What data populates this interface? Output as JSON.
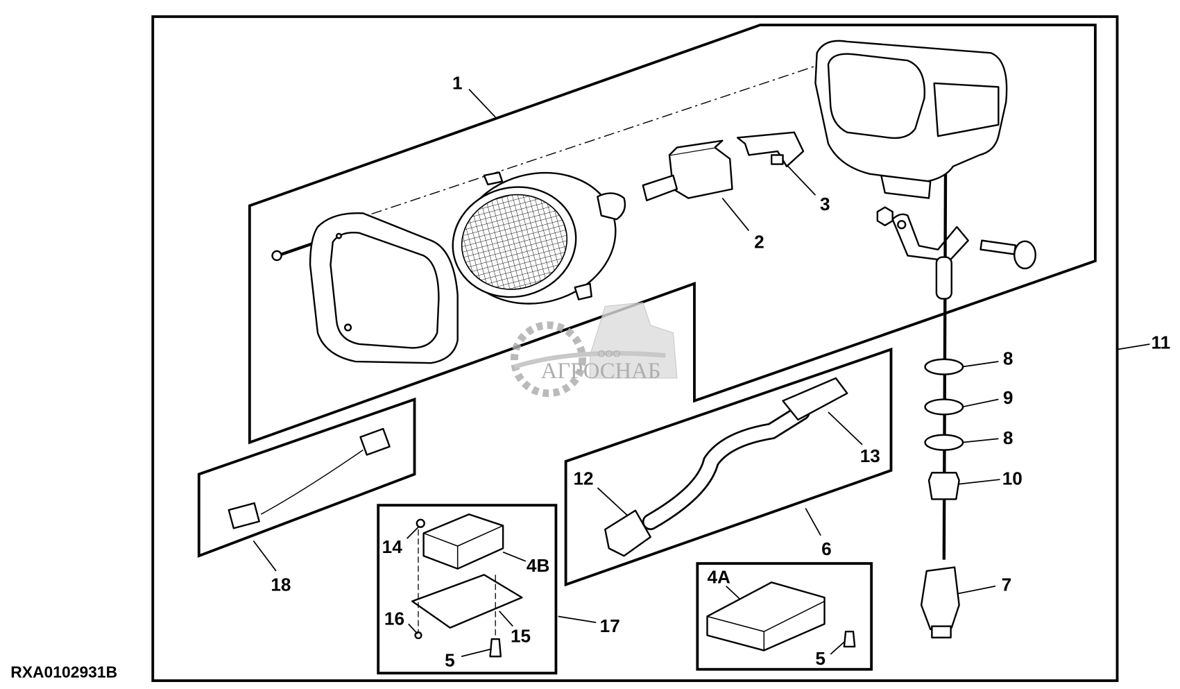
{
  "figure_code": "RXA0102931B",
  "watermark": {
    "prefix": "ООО",
    "name": "АГРОСНАБ"
  },
  "callouts": {
    "c1": "1",
    "c2": "2",
    "c3": "3",
    "c4a": "4A",
    "c4b": "4B",
    "c5a": "5",
    "c5b": "5",
    "c6": "6",
    "c7": "7",
    "c8a": "8",
    "c8b": "8",
    "c9": "9",
    "c10": "10",
    "c11": "11",
    "c12": "12",
    "c13": "13",
    "c14": "14",
    "c15": "15",
    "c16": "16",
    "c17": "17",
    "c18": "18"
  }
}
